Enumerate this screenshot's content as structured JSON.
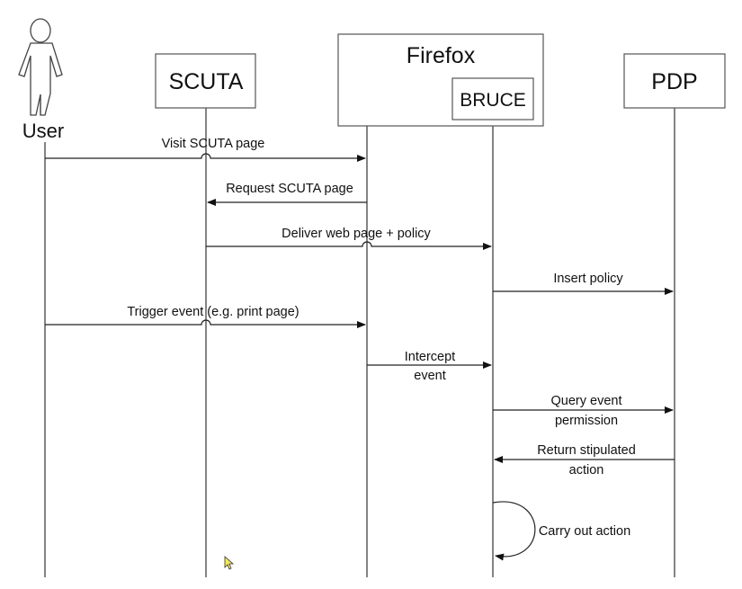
{
  "participants": {
    "user": "User",
    "scuta": "SCUTA",
    "firefox": "Firefox",
    "bruce": "BRUCE",
    "pdp": "PDP"
  },
  "messages": {
    "m1": "Visit SCUTA page",
    "m2": "Request SCUTA page",
    "m3": "Deliver web page + policy",
    "m4": "Insert policy",
    "m5": "Trigger event (e.g. print page)",
    "m6_line1": "Intercept",
    "m6_line2": "event",
    "m7_line1": "Query event",
    "m7_line2": "permission",
    "m8_line1": "Return stipulated",
    "m8_line2": "action",
    "m9": "Carry out action"
  }
}
